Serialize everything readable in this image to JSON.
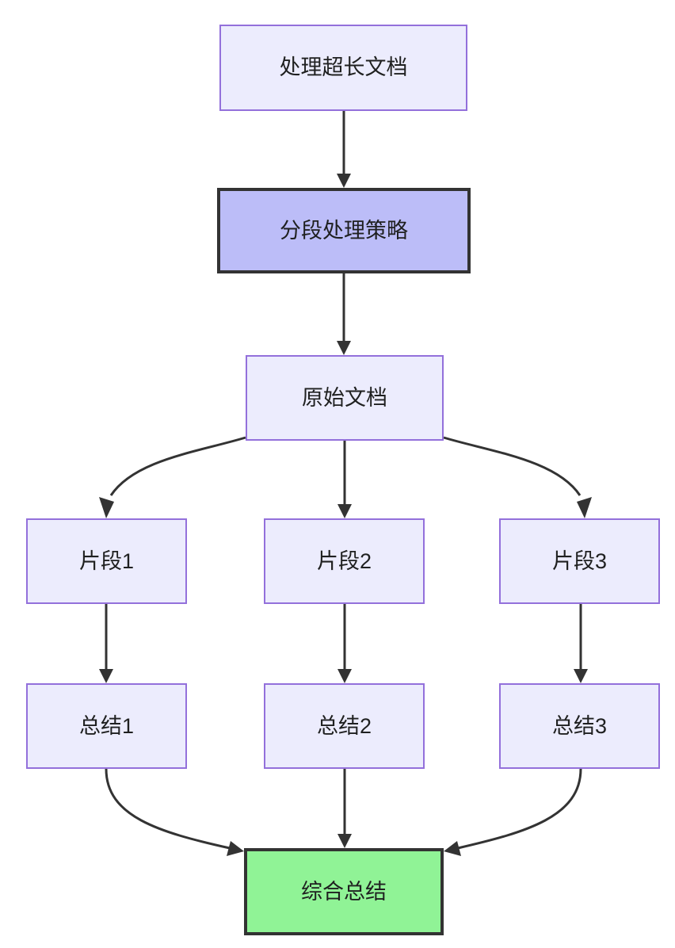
{
  "diagram": {
    "type": "flowchart",
    "direction": "top-down",
    "background_color": "#ffffff",
    "palette": {
      "default_fill": "#ececfd",
      "default_stroke": "#9370db",
      "strategy_fill": "#bcbdf8",
      "strategy_stroke": "#333333",
      "final_fill": "#90f396",
      "final_stroke": "#333333",
      "edge_stroke": "#333333",
      "text_color": "#1f2020"
    },
    "nodes": [
      {
        "id": "root",
        "label": "处理超长文档",
        "style": "default"
      },
      {
        "id": "strategy",
        "label": "分段处理策略",
        "style": "strategy"
      },
      {
        "id": "source",
        "label": "原始文档",
        "style": "default"
      },
      {
        "id": "chunk1",
        "label": "片段1",
        "style": "default"
      },
      {
        "id": "chunk2",
        "label": "片段2",
        "style": "default"
      },
      {
        "id": "chunk3",
        "label": "片段3",
        "style": "default"
      },
      {
        "id": "summary1",
        "label": "总结1",
        "style": "default"
      },
      {
        "id": "summary2",
        "label": "总结2",
        "style": "default"
      },
      {
        "id": "summary3",
        "label": "总结3",
        "style": "default"
      },
      {
        "id": "final",
        "label": "综合总结",
        "style": "final"
      }
    ],
    "edges": [
      {
        "from": "root",
        "to": "strategy"
      },
      {
        "from": "strategy",
        "to": "source"
      },
      {
        "from": "source",
        "to": "chunk1"
      },
      {
        "from": "source",
        "to": "chunk2"
      },
      {
        "from": "source",
        "to": "chunk3"
      },
      {
        "from": "chunk1",
        "to": "summary1"
      },
      {
        "from": "chunk2",
        "to": "summary2"
      },
      {
        "from": "chunk3",
        "to": "summary3"
      },
      {
        "from": "summary1",
        "to": "final"
      },
      {
        "from": "summary2",
        "to": "final"
      },
      {
        "from": "summary3",
        "to": "final"
      }
    ]
  }
}
